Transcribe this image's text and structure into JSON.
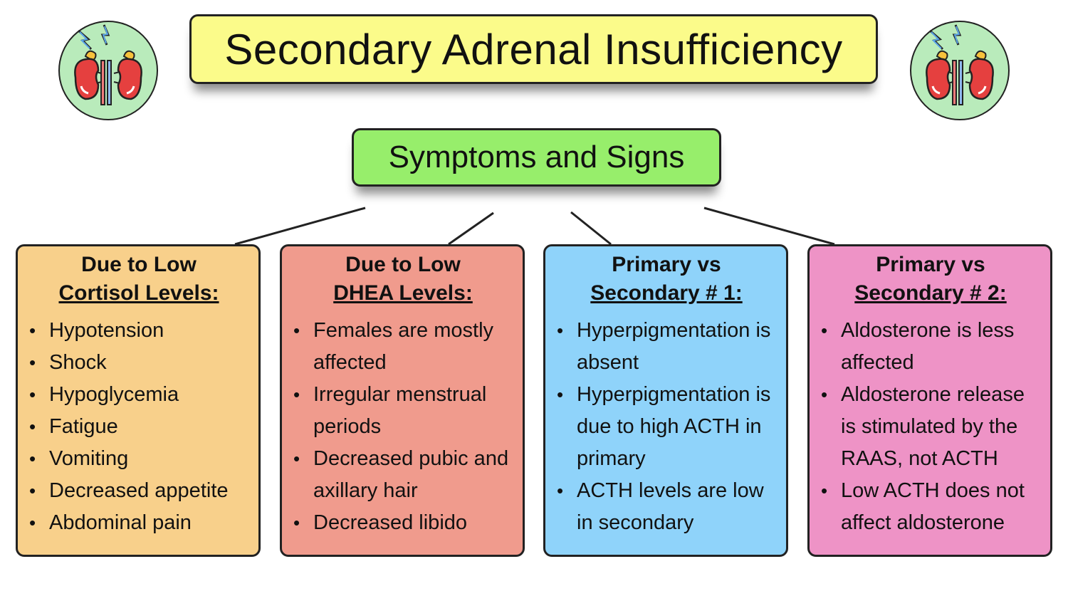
{
  "title": "Secondary Adrenal Insufficiency",
  "subtitle": "Symptoms and Signs",
  "colors": {
    "title_bg": "#fbfb8a",
    "subtitle_bg": "#97ee6b",
    "card1_bg": "#f8d08b",
    "card2_bg": "#f09b8d",
    "card3_bg": "#8fd3fa",
    "card4_bg": "#ee93c6",
    "icon_circle": "#b9ebbb",
    "kidney": "#e5403f"
  },
  "icons": {
    "left": "kidneys-adrenal-icon",
    "right": "kidneys-adrenal-icon"
  },
  "cards": [
    {
      "title_line1": "Due to Low",
      "title_line2": "Cortisol Levels:",
      "items": [
        "Hypotension",
        "Shock",
        "Hypoglycemia",
        "Fatigue",
        "Vomiting",
        "Decreased appetite",
        "Abdominal pain"
      ]
    },
    {
      "title_line1": "Due to Low",
      "title_line2": "DHEA Levels:",
      "items": [
        "Females are mostly affected",
        "Irregular menstrual periods",
        "Decreased pubic and axillary hair",
        "Decreased libido"
      ]
    },
    {
      "title_line1": "Primary vs",
      "title_line2": "Secondary # 1:",
      "items": [
        "Hyperpigmentation is absent",
        "Hyperpigmentation is due to high ACTH in primary",
        "ACTH levels are low in secondary"
      ]
    },
    {
      "title_line1": "Primary vs",
      "title_line2": "Secondary # 2:",
      "items": [
        "Aldosterone is less affected",
        "Aldosterone release is stimulated by the RAAS, not ACTH",
        "Low ACTH does not affect aldosterone"
      ]
    }
  ]
}
